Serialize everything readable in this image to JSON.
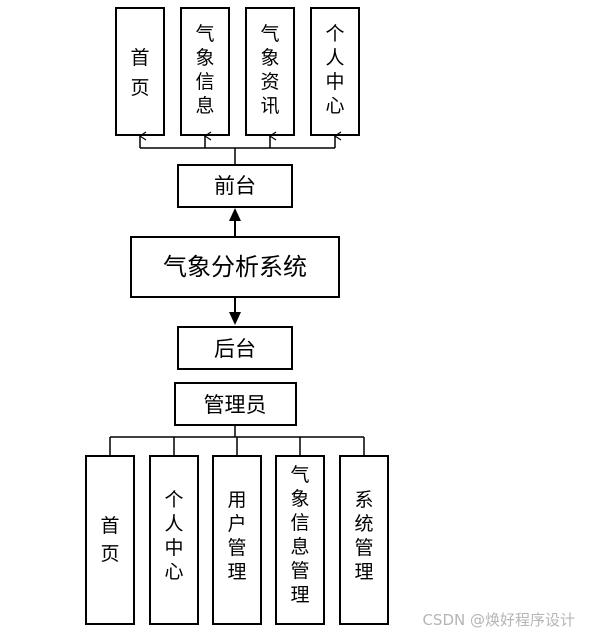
{
  "nodes": {
    "system": {
      "label": "气象分析系统"
    },
    "frontend": {
      "label": "前台"
    },
    "backend": {
      "label": "后台"
    },
    "admin": {
      "label": "管理员"
    },
    "front_items": [
      {
        "label": "首页"
      },
      {
        "label": "气象信息"
      },
      {
        "label": "气象资讯"
      },
      {
        "label": "个人中心"
      }
    ],
    "back_items": [
      {
        "label": "首页"
      },
      {
        "label": "个人中心"
      },
      {
        "label": "用户管理"
      },
      {
        "label": "气象信息管理"
      },
      {
        "label": "系统管理"
      }
    ]
  },
  "watermark": "CSDN @焕好程序设计",
  "colors": {
    "line": "#000000",
    "watermark": "#b5b5b5"
  }
}
